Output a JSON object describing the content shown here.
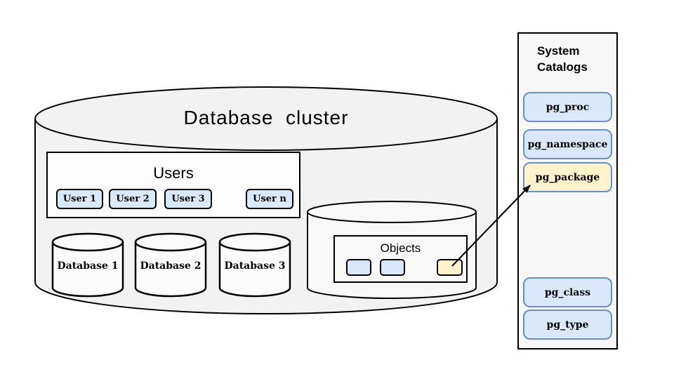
{
  "cluster": {
    "title": "Database  cluster"
  },
  "users": {
    "title": "Users",
    "items": [
      "User 1",
      "User 2",
      "User 3",
      "User n"
    ]
  },
  "databases": {
    "items": [
      "Database 1",
      "Database 2",
      "Database 3"
    ]
  },
  "objects": {
    "title": "Objects",
    "items": [
      {
        "variant": "blue"
      },
      {
        "variant": "blue"
      },
      {
        "variant": "yellow"
      }
    ]
  },
  "catalogs": {
    "title": "System Catalogs",
    "items": [
      {
        "label": "pg_proc",
        "variant": "blue"
      },
      {
        "label": "pg_namespace",
        "variant": "blue"
      },
      {
        "label": "pg_package",
        "variant": "yellow"
      },
      {
        "label": "pg_class",
        "variant": "blue"
      },
      {
        "label": "pg_type",
        "variant": "blue"
      }
    ]
  },
  "connections": [
    {
      "from": "objects-item-yellow",
      "to": "pg_package"
    }
  ],
  "colors": {
    "blue_fill": "#dae8fc",
    "blue_border": "#6c8ebf",
    "yellow_fill": "#fff2cc",
    "cluster_fill": "#f2f2f2",
    "panel_fill": "#f7f7f7",
    "outline": "#000000"
  }
}
